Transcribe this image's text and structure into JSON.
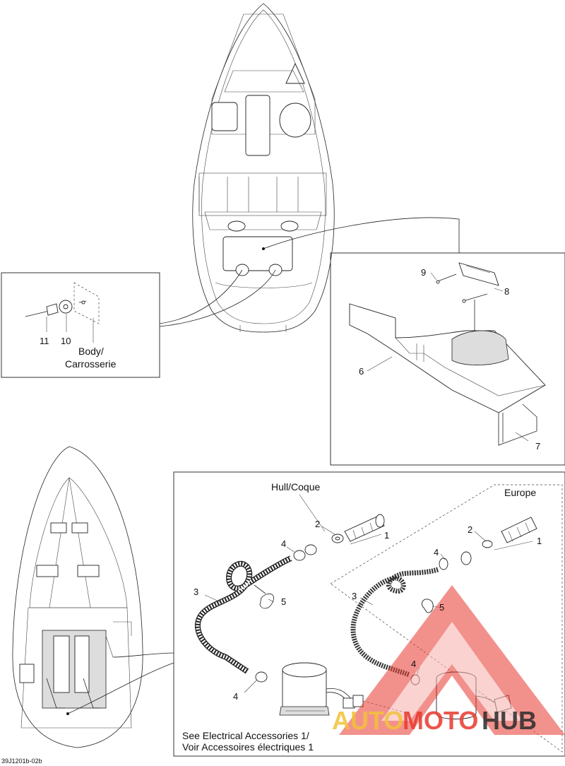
{
  "labels": {
    "body": "Body/",
    "body2": "Carrosserie",
    "hull": "Hull/Coque",
    "europe": "Europe",
    "see_elec": "See Electrical Accessories 1/",
    "see_elec2": "Voir Accessoires électriques 1",
    "ref_code": "39J1201b-02b"
  },
  "callouts": {
    "c1a": "1",
    "c1b": "1",
    "c2a": "2",
    "c2b": "2",
    "c3a": "3",
    "c3b": "3",
    "c4a": "4",
    "c4b": "4",
    "c4c": "4",
    "c4d": "4",
    "c5a": "5",
    "c5b": "5",
    "c6": "6",
    "c7": "7",
    "c8": "8",
    "c9": "9",
    "c10": "10",
    "c11": "11"
  },
  "watermark": {
    "part1": "AUTO",
    "part2": "MOTO",
    "part3": "HUB",
    "color_red": "#e8392f",
    "color_yellow": "#f2c23a",
    "color_dark": "#2b2b2b"
  }
}
